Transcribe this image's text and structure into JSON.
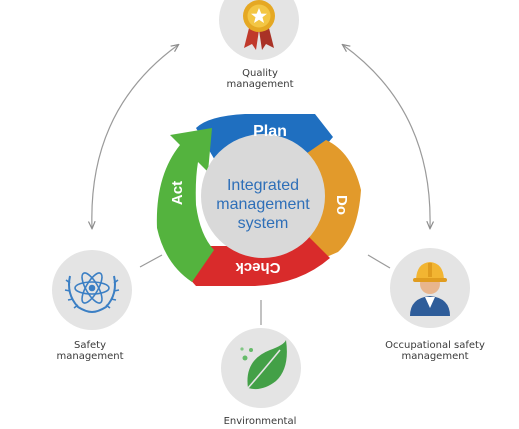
{
  "center": {
    "line1": "Integrated",
    "line2": "management",
    "line3": "system"
  },
  "cycle": {
    "plan": "Plan",
    "do": "Do",
    "check": "Check",
    "act": "Act"
  },
  "nodes": {
    "quality": {
      "line1": "Quality",
      "line2": "management",
      "icon": "medal-icon"
    },
    "safety": {
      "line1": "Safety",
      "line2": "management",
      "icon": "atom-laurel-icon"
    },
    "occupational": {
      "line1": "Occupational safety",
      "line2": "management",
      "icon": "worker-hardhat-icon"
    },
    "environmental": {
      "line1": "Environmental",
      "icon": "leaf-icon"
    }
  },
  "colors": {
    "plan": "#1f6fc0",
    "do": "#e29a2b",
    "check": "#d92b2b",
    "act": "#54b33e",
    "center_fill": "#d9d9d9",
    "center_text": "#2e6fb8",
    "icon_bg": "#e4e4e4"
  }
}
